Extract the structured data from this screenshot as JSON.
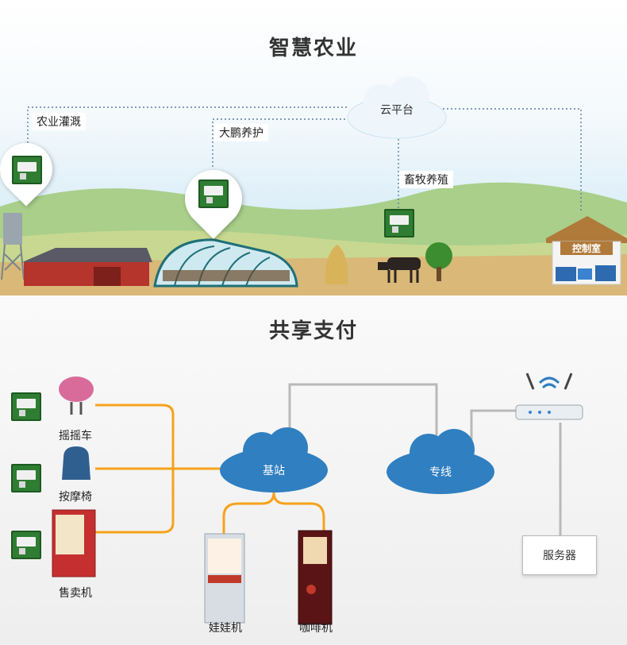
{
  "agri": {
    "title": "智慧农业",
    "cloud_label": "云平台",
    "irrigation_label": "农业灌溉",
    "greenhouse_label": "大鹏养护",
    "livestock_label": "畜牧养殖",
    "control_room_label": "控制室"
  },
  "pay": {
    "title": "共享支付",
    "station_label": "基站",
    "line_label": "专线",
    "server_label": "服务器",
    "devices": [
      {
        "label": "摇摇车"
      },
      {
        "label": "按摩椅"
      },
      {
        "label": "售卖机"
      },
      {
        "label": "娃娃机"
      },
      {
        "label": "咖啡机"
      }
    ]
  },
  "colors": {
    "orange_link": "#f7a21b",
    "gray_link": "#b9b9b9",
    "cloud_blue": "#2f7fc1",
    "dotted_link": "#5b7fa6"
  }
}
